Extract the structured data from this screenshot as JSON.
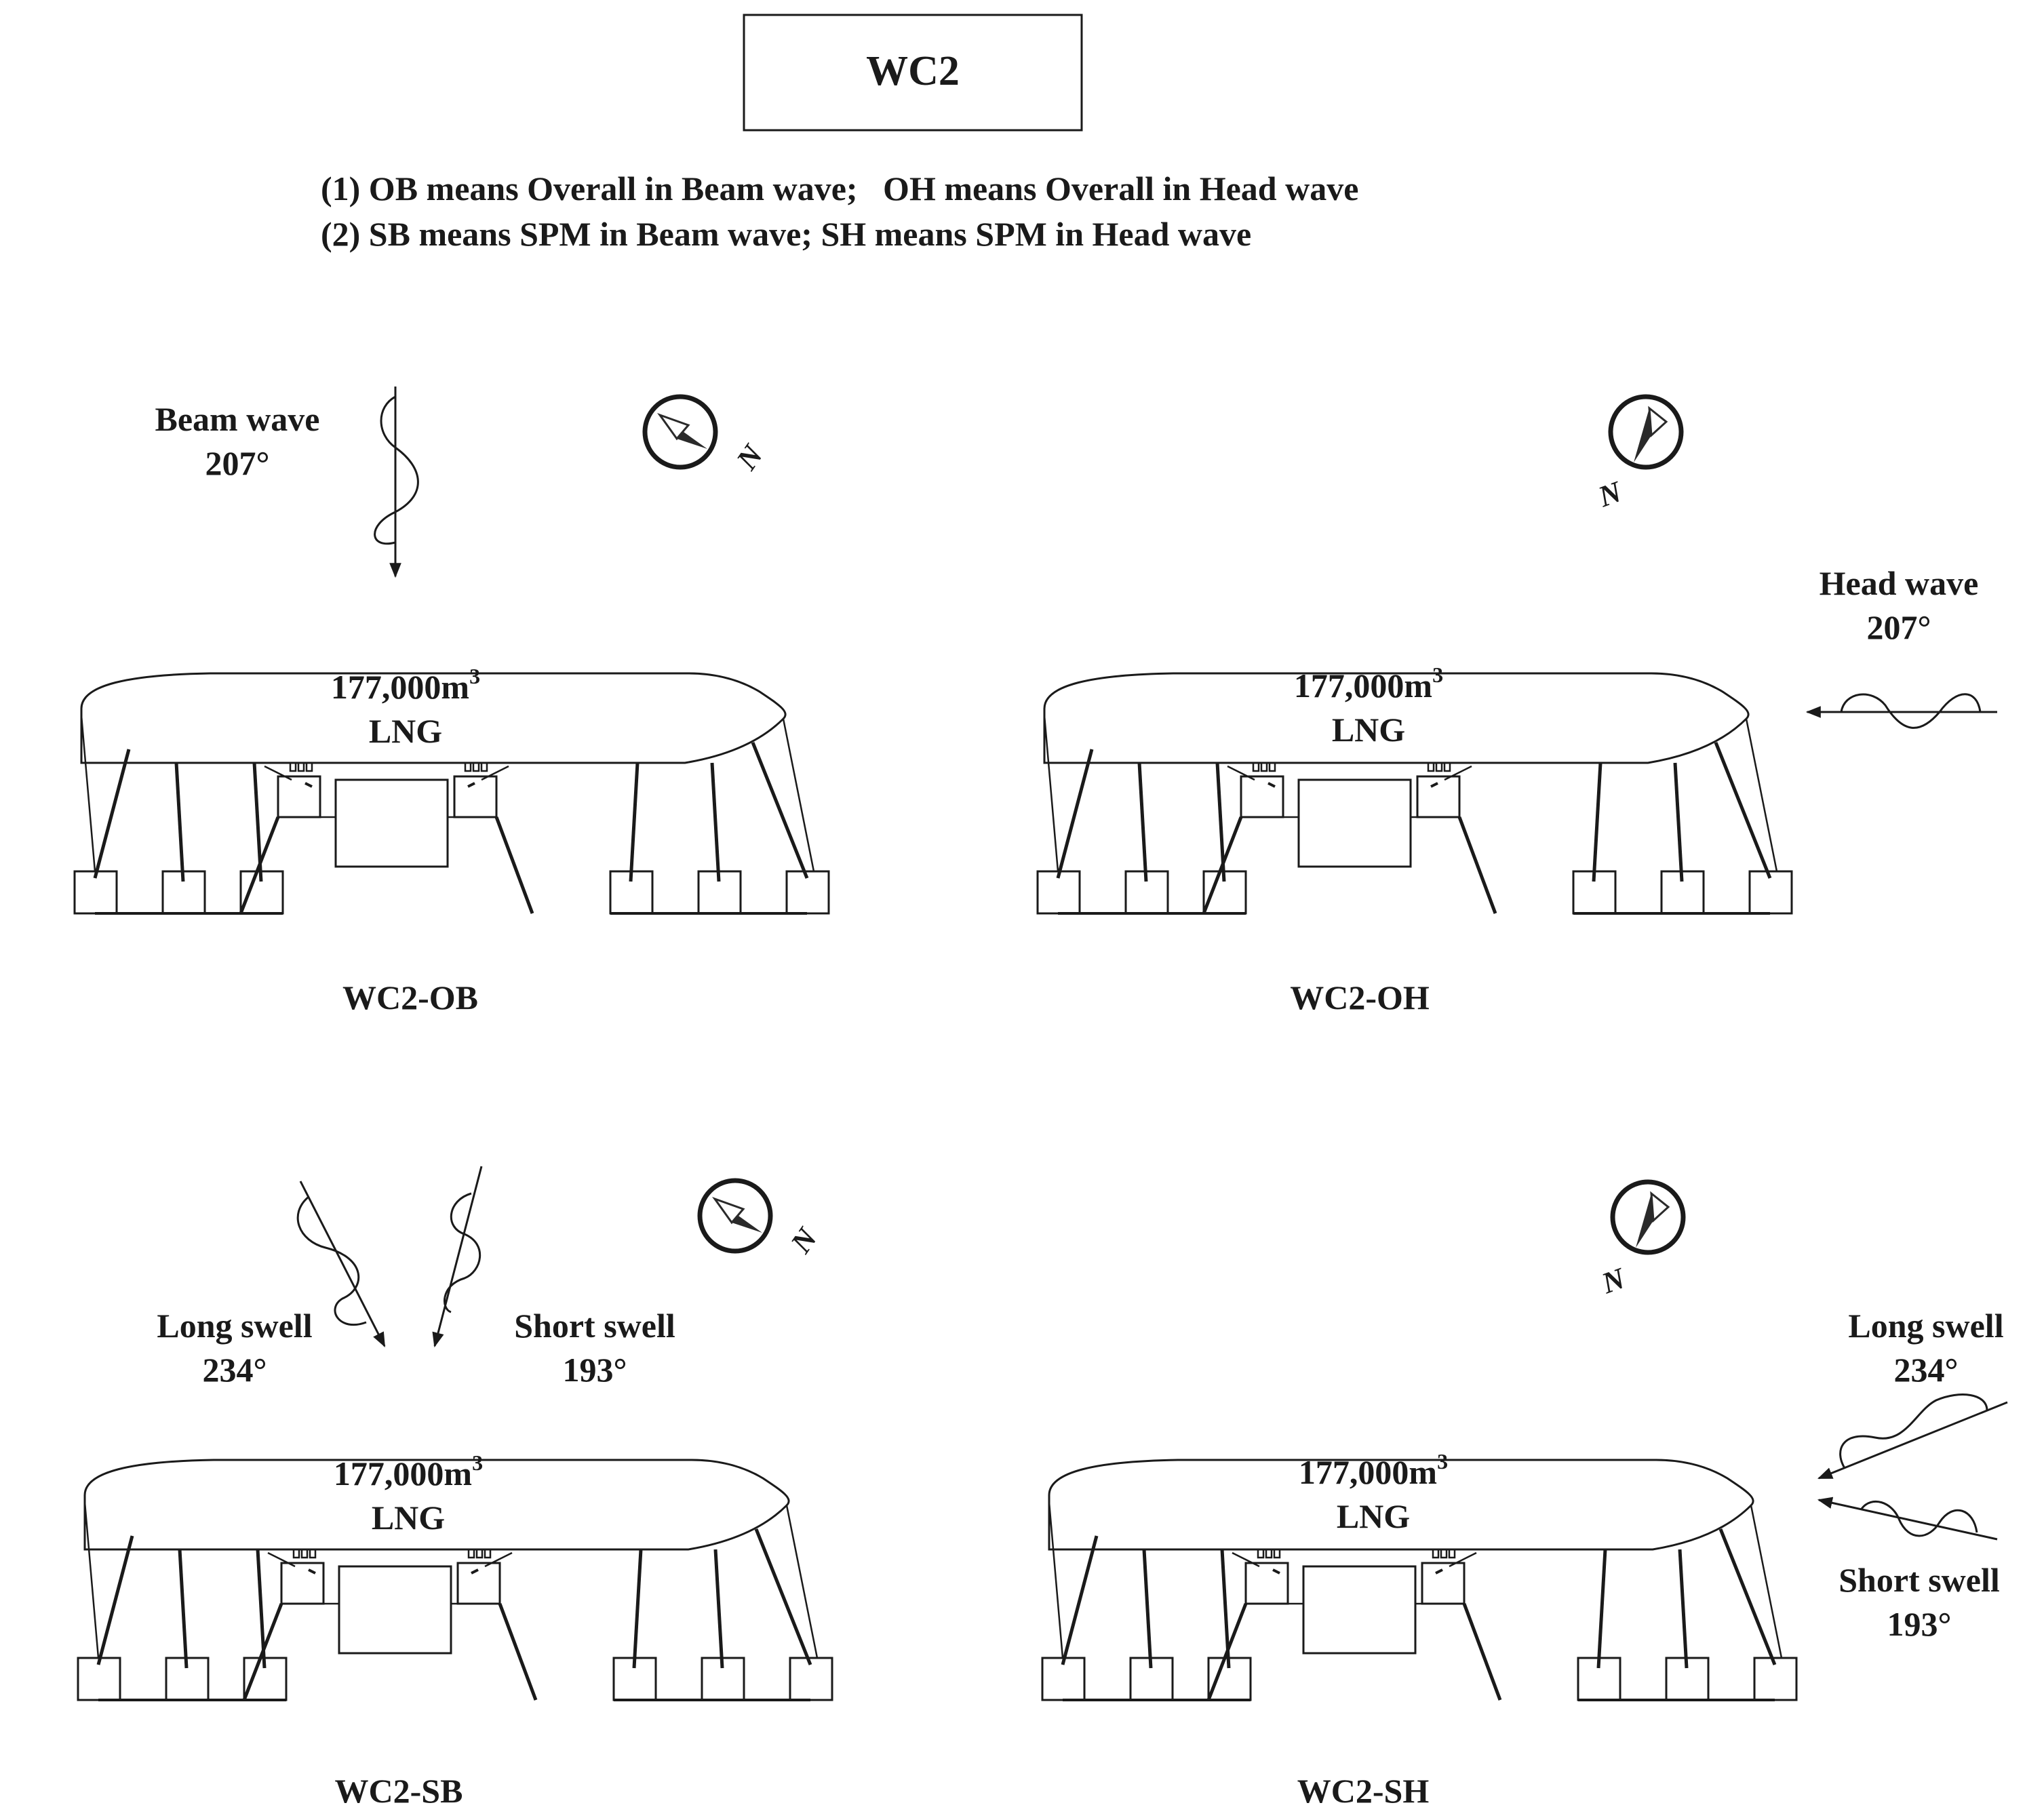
{
  "title": "WC2",
  "notes": [
    "(1) OB means Overall in Beam wave;   OH means Overall in Head wave",
    "(2) SB means SPM in Beam wave; SH means SPM in Head wave"
  ],
  "compass_label": "N",
  "panels": [
    {
      "id": "ob",
      "caption": "WC2-OB",
      "vessel_capacity": "177,000m",
      "vessel_capacity_sup": "3",
      "vessel_type": "LNG",
      "waves": [
        {
          "label": "Beam wave",
          "angle": "207°"
        }
      ]
    },
    {
      "id": "oh",
      "caption": "WC2-OH",
      "vessel_capacity": "177,000m",
      "vessel_capacity_sup": "3",
      "vessel_type": "LNG",
      "waves": [
        {
          "label": "Head wave",
          "angle": "207°"
        }
      ]
    },
    {
      "id": "sb",
      "caption": "WC2-SB",
      "vessel_capacity": "177,000m",
      "vessel_capacity_sup": "3",
      "vessel_type": "LNG",
      "waves": [
        {
          "label": "Long swell",
          "angle": "234°"
        },
        {
          "label": "Short swell",
          "angle": "193°"
        }
      ]
    },
    {
      "id": "sh",
      "caption": "WC2-SH",
      "vessel_capacity": "177,000m",
      "vessel_capacity_sup": "3",
      "vessel_type": "LNG",
      "waves": [
        {
          "label": "Long swell",
          "angle": "234°"
        },
        {
          "label": "Short swell",
          "angle": "193°"
        }
      ]
    }
  ]
}
